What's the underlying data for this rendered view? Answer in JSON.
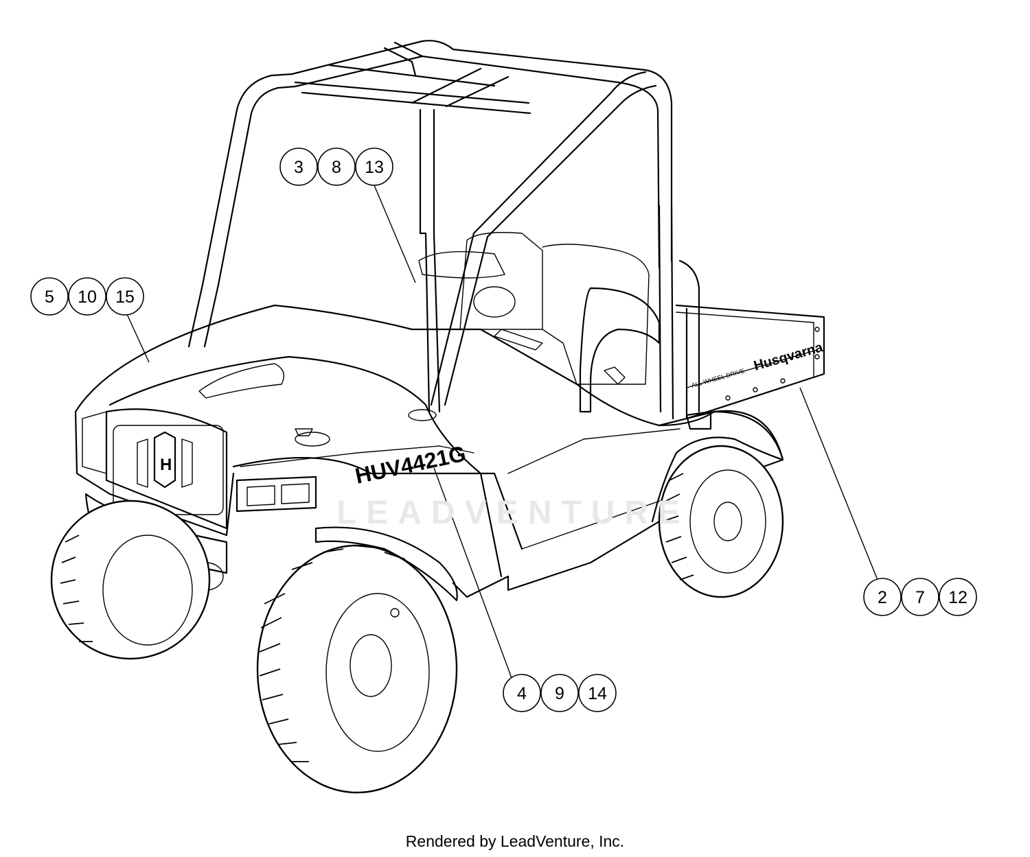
{
  "diagram": {
    "model_decal": "HUV4421G",
    "brand_decal": "Husqvarna",
    "bed_decal": "ALL WHEEL DRIVE",
    "watermark": "LEADVENTURE",
    "credit": "Rendered by LeadVenture, Inc."
  },
  "callouts": [
    {
      "id": "group-3-8-13",
      "labels": [
        "3",
        "8",
        "13"
      ]
    },
    {
      "id": "group-5-10-15",
      "labels": [
        "5",
        "10",
        "15"
      ]
    },
    {
      "id": "group-2-7-12",
      "labels": [
        "2",
        "7",
        "12"
      ]
    },
    {
      "id": "group-4-9-14",
      "labels": [
        "4",
        "9",
        "14"
      ]
    }
  ],
  "colors": {
    "ink": "#000000",
    "paper": "#ffffff",
    "watermark": "#e8e8e8"
  }
}
